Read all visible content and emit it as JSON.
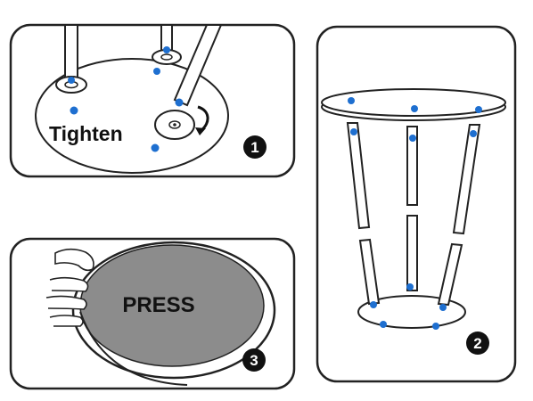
{
  "panels": [
    {
      "step_number": "1",
      "label": "Tighten"
    },
    {
      "step_number": "2"
    },
    {
      "step_number": "3",
      "label": "PRESS"
    }
  ],
  "colors": {
    "outline": "#222222",
    "badge": "#111111",
    "marker": "#1e6fd0",
    "press_fill": "#8c8c8c",
    "panel_bg": "#ffffff"
  }
}
